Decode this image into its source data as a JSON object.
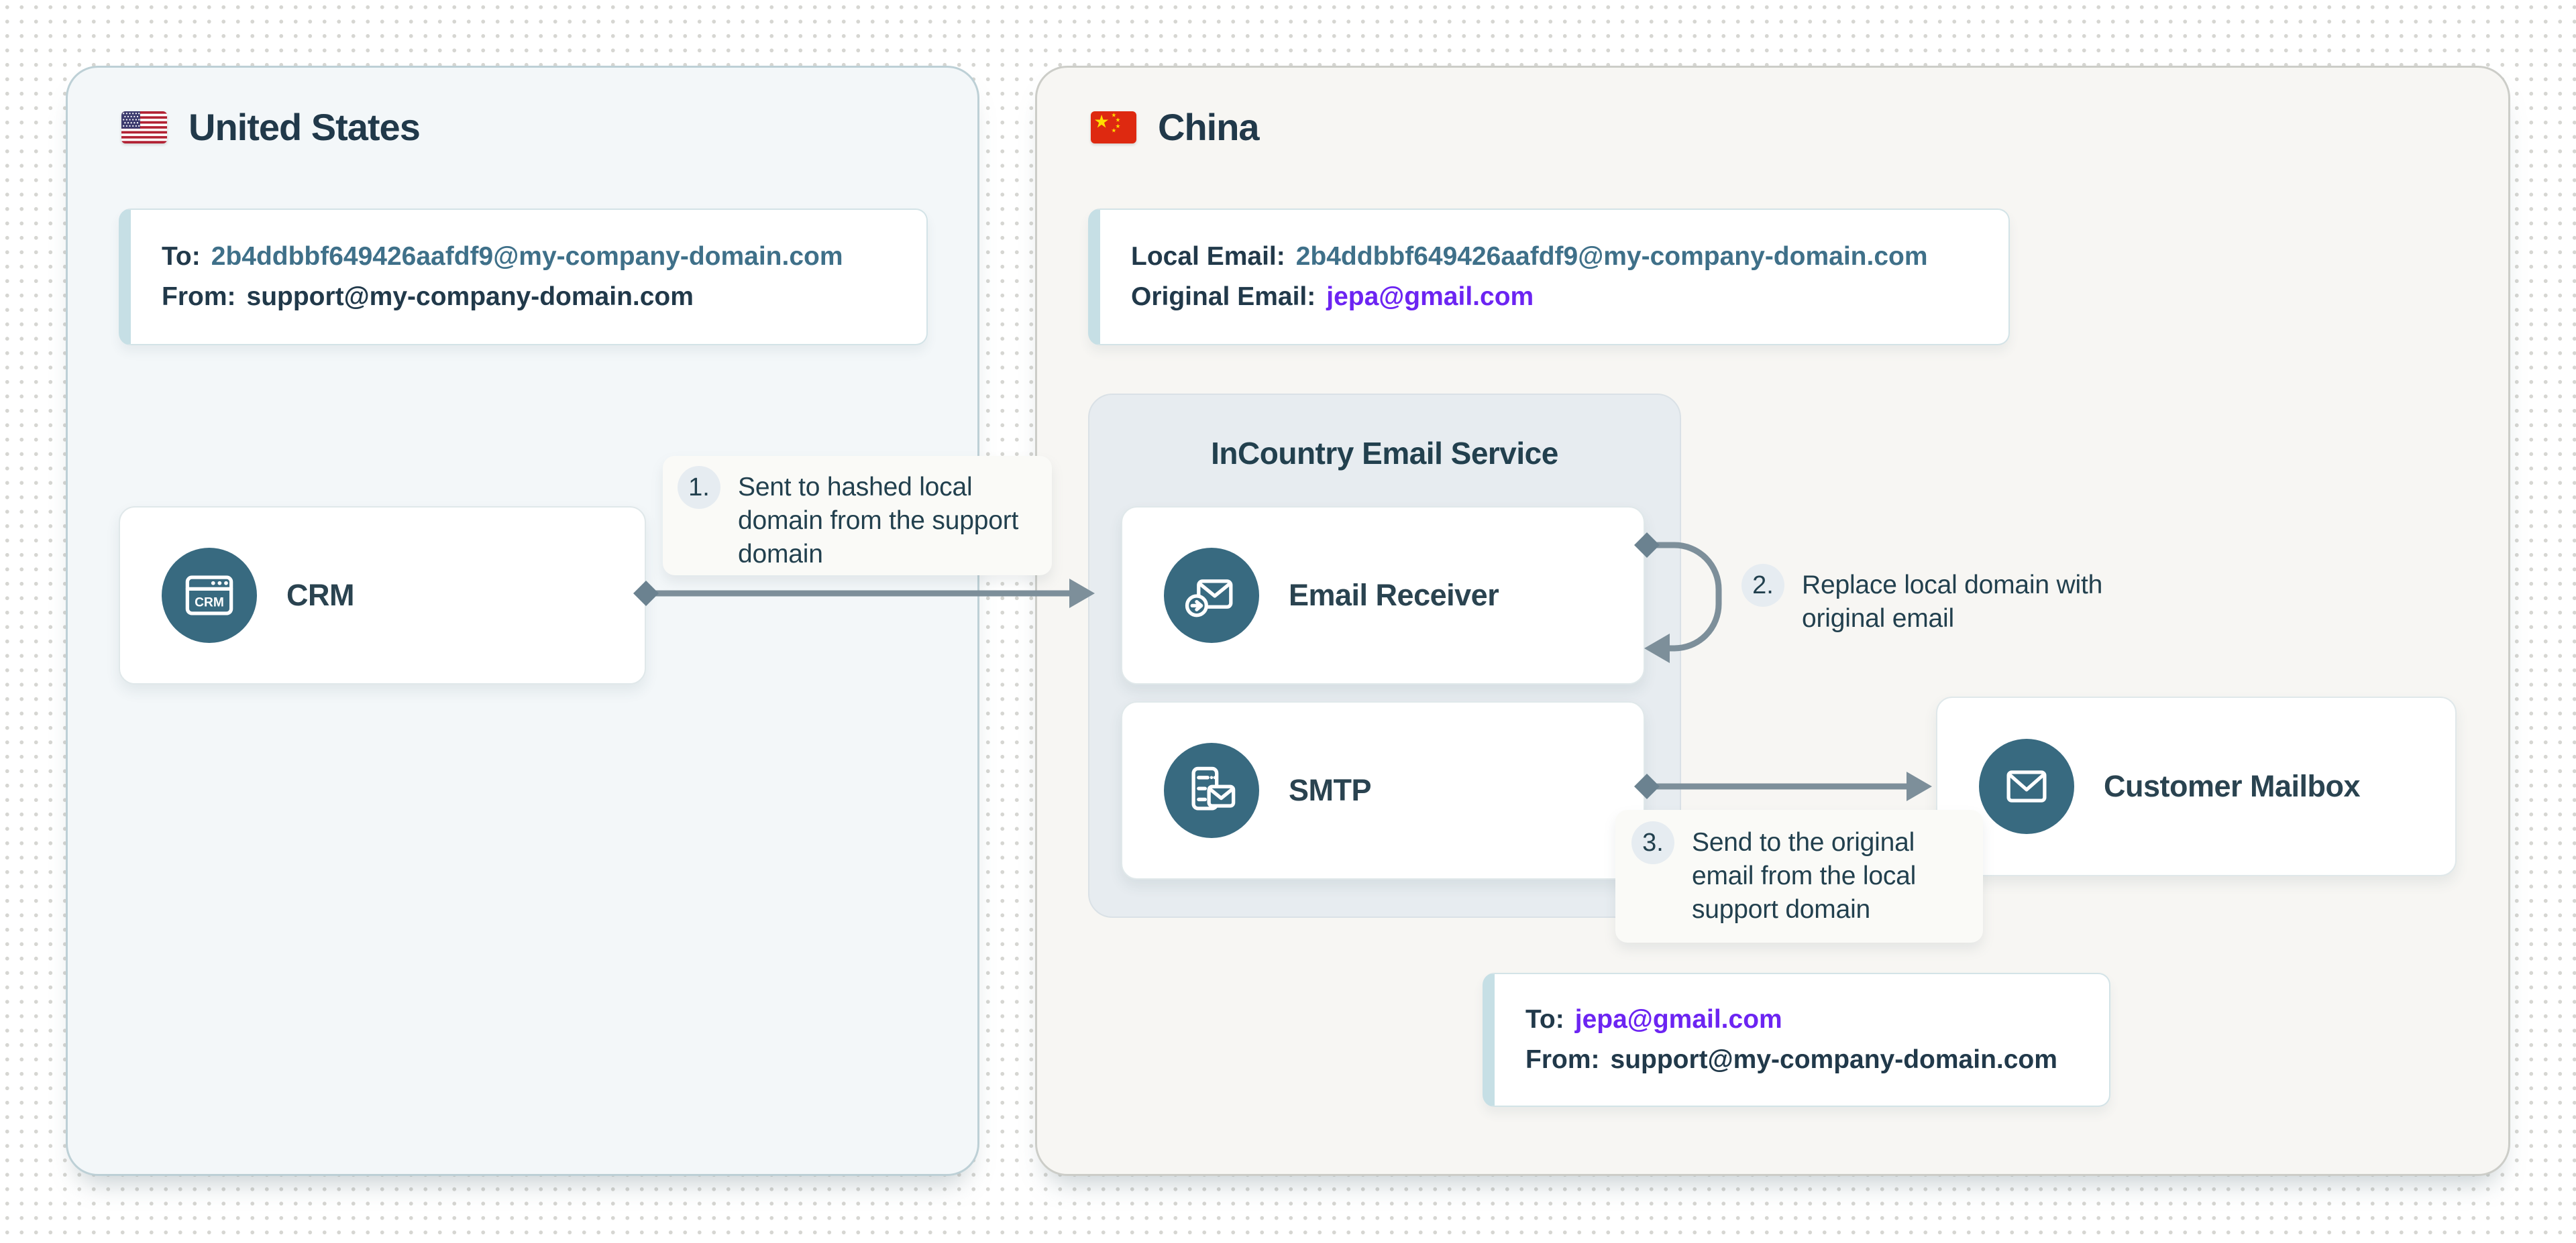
{
  "regions": {
    "us": {
      "title": "United States",
      "email_box": {
        "to_label": "To:",
        "to_value": "2b4ddbbf649426aafdf9@my-company-domain.com",
        "from_label": "From:",
        "from_value": "support@my-company-domain.com"
      },
      "crm": {
        "label": "CRM",
        "icon_text": "CRM"
      }
    },
    "china": {
      "title": "China",
      "email_box": {
        "local_label": "Local Email:",
        "local_value": "2b4ddbbf649426aafdf9@my-company-domain.com",
        "original_label": "Original Email:",
        "original_value": "jepa@gmail.com"
      },
      "incountry": {
        "title": "InCountry Email Service",
        "receiver_label": "Email Receiver",
        "smtp_label": "SMTP"
      },
      "customer_mailbox_label": "Customer Mailbox",
      "final_email_box": {
        "to_label": "To:",
        "to_value": "jepa@gmail.com",
        "from_label": "From:",
        "from_value": "support@my-company-domain.com"
      }
    }
  },
  "steps": [
    {
      "num": "1.",
      "text": "Sent to hashed local domain from the support domain"
    },
    {
      "num": "2.",
      "text": "Replace local domain with original email"
    },
    {
      "num": "3.",
      "text": "Send to the original email from the local support domain"
    }
  ],
  "colors": {
    "teal_email_text": "#3f7089",
    "purple_email_text": "#6c24f2",
    "dark_text": "#21394a",
    "icon_circle": "#386a80",
    "arrow": "#7d8f9a",
    "us_panel_bg": "#f3f7f9",
    "china_panel_bg": "#f7f6f3",
    "incountry_bg": "#e7ecf0",
    "email_box_accent": "#c6dfe5"
  }
}
